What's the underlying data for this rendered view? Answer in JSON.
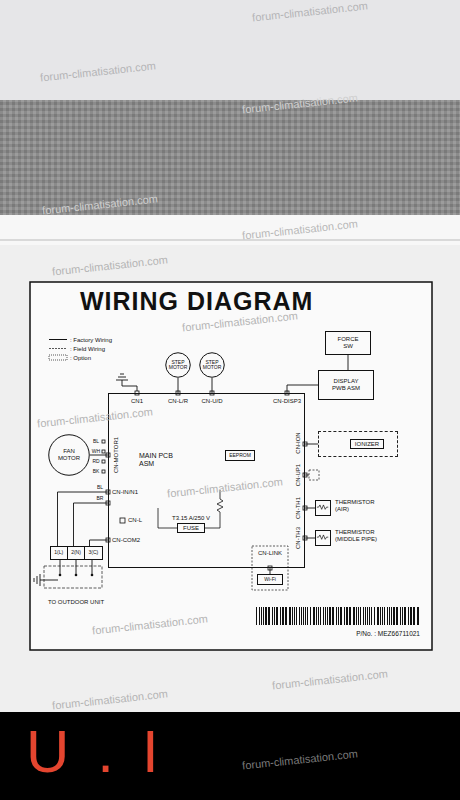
{
  "diagram": {
    "title": "WIRING DIAGRAM",
    "nodes": [
      {
        "text": [
          "FORCE SW"
        ]
      },
      {
        "text": [
          "DISPLAY PWB ASM"
        ]
      },
      {
        "text": [
          "STEP MOTOR"
        ]
      },
      {
        "text": [
          "STEP MOTOR"
        ]
      },
      {
        "text": [
          "FAN MOTOR"
        ]
      },
      {
        "text": [
          "MAIN PCB ASM"
        ]
      },
      {
        "text": [
          "EEPROM"
        ],
        "in": 5
      },
      {
        "text": [
          "T3.15 A/250 V",
          "FUSE"
        ],
        "in": 5
      },
      {
        "text": [
          "IONIZER"
        ]
      },
      {
        "text": [
          "THERMISTOR (AIR)"
        ]
      },
      {
        "text": [
          "THERMISTOR (MIDDLE PIPE)"
        ]
      },
      {
        "text": [
          "Wi-Fi"
        ]
      },
      {
        "text": [
          "1(L)",
          "2(N)",
          "3(C)",
          "TO OUTDOOR UNIT"
        ]
      }
    ],
    "edges": [
      {
        "from": 0,
        "to": 1,
        "arrow": "none"
      },
      {
        "from": 1,
        "to": 5,
        "arrow": "none"
      },
      {
        "from": 2,
        "to": 5,
        "arrow": "none"
      },
      {
        "from": 3,
        "to": 5,
        "arrow": "none"
      },
      {
        "from": 4,
        "to": 5,
        "arrow": "none"
      },
      {
        "from": 8,
        "to": 5,
        "arrow": "none"
      },
      {
        "from": 9,
        "to": 5,
        "arrow": "none"
      },
      {
        "from": 10,
        "to": 5,
        "arrow": "none"
      },
      {
        "from": 11,
        "to": 5,
        "arrow": "none"
      },
      {
        "from": 12,
        "to": 5,
        "arrow": "none"
      },
      {
        "from": 12,
        "to": 5,
        "arrow": "none"
      },
      {
        "from": 12,
        "to": 5,
        "arrow": "none"
      }
    ],
    "labels": [
      "CN1",
      "CN-L/R",
      "CN-U/D",
      "CN-DISP3",
      "CN-MOTOR1",
      "BL",
      "WH",
      "RD",
      "BK",
      "CN-IN/N1",
      "BL",
      "BR",
      "CN-L",
      "CN-COM2",
      "CN-ION",
      "CN-UP1",
      "CN-TH1",
      "CN-TH3",
      "CN-LINK",
      "P/No. : MEZ66711021",
      "U.I",
      "forum-climatisation.com",
      "forum-climatisation.com",
      "forum-climatisation.com",
      "forum-climatisation.com",
      "forum-climatisation.com",
      "forum-climatisation.com",
      "forum-climatisation.com",
      "forum-climatisation.com",
      "forum-climatisation.com",
      "forum-climatisation.com",
      "forum-climatisation.com",
      "forum-climatisation.com",
      "forum-climatisation.com"
    ],
    "legend": [
      {
        "text": ": Factory Wiring"
      },
      {
        "text": ": Field Wiring"
      },
      {
        "text": ": Option"
      }
    ]
  }
}
